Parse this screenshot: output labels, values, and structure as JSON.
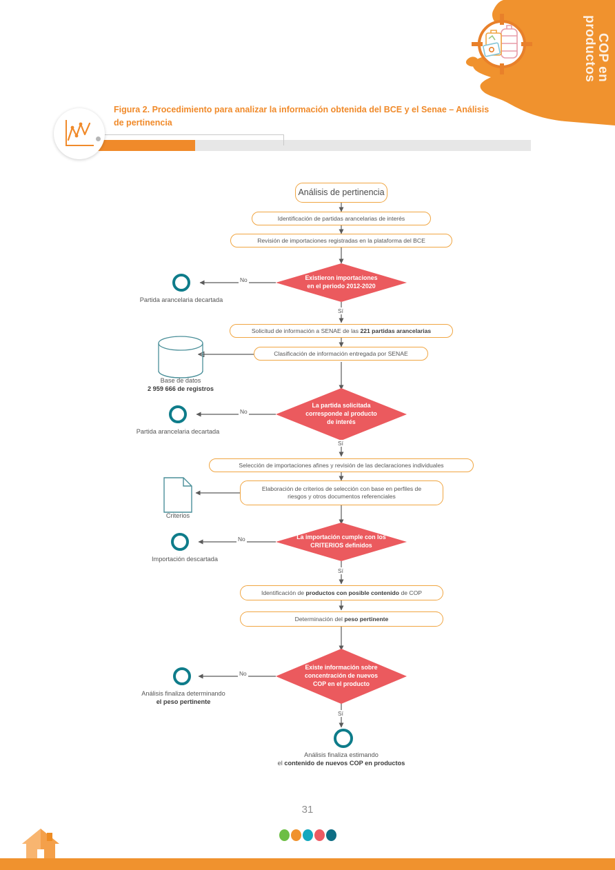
{
  "banner": {
    "label_line1": "COP en",
    "label_line2": "productos",
    "icon": "target-products-icon",
    "color": "#F0922E"
  },
  "figure": {
    "badge_icon": "line-chart-icon",
    "title": "Figura 2. Procedimiento para analizar la información obtenida del BCE y el Senae – Análisis de pertinencia",
    "accent_color": "#F08A2A"
  },
  "flow": {
    "start": "Análisis de pertinencia",
    "steps": {
      "s1": "Identificación de partidas arancelarias de interés",
      "s2": "Revisión de importaciones registradas en la plataforma del BCE",
      "s3_pre": "Solicitud de información a SENAE de las ",
      "s3_bold": "221 partidas arancelarias",
      "s4": "Clasificación de información entregada por SENAE",
      "s5": "Selección de importaciones afines y revisión de las declaraciones individuales",
      "s6_l1": "Elaboración de criterios de selección con base en perfiles de",
      "s6_l2": "riesgos y otros documentos referenciales",
      "s7_pre": "Identificación de ",
      "s7_bold": "productos con posible contenido ",
      "s7_post": "de COP",
      "s8_pre": "Determinación del ",
      "s8_bold": "peso pertinente"
    },
    "decisions": {
      "d1_l1": "Existieron importaciones",
      "d1_l2": "en el periodo 2012-2020",
      "d2_l1": "La partida solicitada",
      "d2_l2": "corresponde al producto",
      "d2_l3": "de interés",
      "d3_l1": "La importación cumple con los",
      "d3_l2": "CRITERIOS definidos",
      "d4_l1": "Existe información sobre",
      "d4_l2": "concentración de nuevos",
      "d4_l3": "COP en el producto"
    },
    "edge_labels": {
      "no": "No",
      "si": "Sí"
    },
    "terminals": {
      "t1": "Partida arancelaria decartada",
      "t2": "Partida arancelaria decartada",
      "t3": "Importación descartada",
      "t4_l1": "Análisis finaliza determinando",
      "t4_l2_bold": "el peso pertinente",
      "t5_l1": "Análisis finaliza estimando",
      "t5_l2_pre": "el ",
      "t5_l2_bold": "contenido de nuevos COP en productos"
    },
    "artifacts": {
      "db_l1": "Base de datos",
      "db_l2_bold": "2 959 666 de registros",
      "doc": "Criterios"
    },
    "colors": {
      "process_border": "#F0A541",
      "decision_fill": "#EB5A5E",
      "terminal_ring": "#0E7C8A",
      "connector": "#5a5a5a"
    }
  },
  "footer": {
    "page_number": "31",
    "dots": [
      "#6DBE45",
      "#F0922E",
      "#13A8BE",
      "#EE5A63",
      "#0E6E85"
    ],
    "house_icon": "home-icon",
    "bar_color": "#F0922E"
  }
}
